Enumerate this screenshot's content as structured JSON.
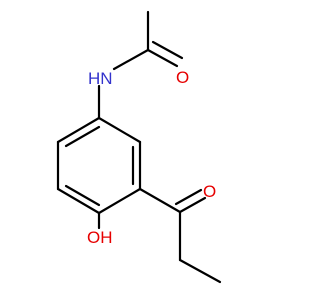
{
  "molecule": {
    "colors": {
      "bond": "#000000",
      "nitrogen": "#3333cc",
      "oxygen": "#e60000",
      "background": "#ffffff"
    },
    "labels": {
      "amide_nh": "HN",
      "amide_o": "O",
      "ketone_o": "O",
      "hydroxyl": "OH"
    }
  }
}
